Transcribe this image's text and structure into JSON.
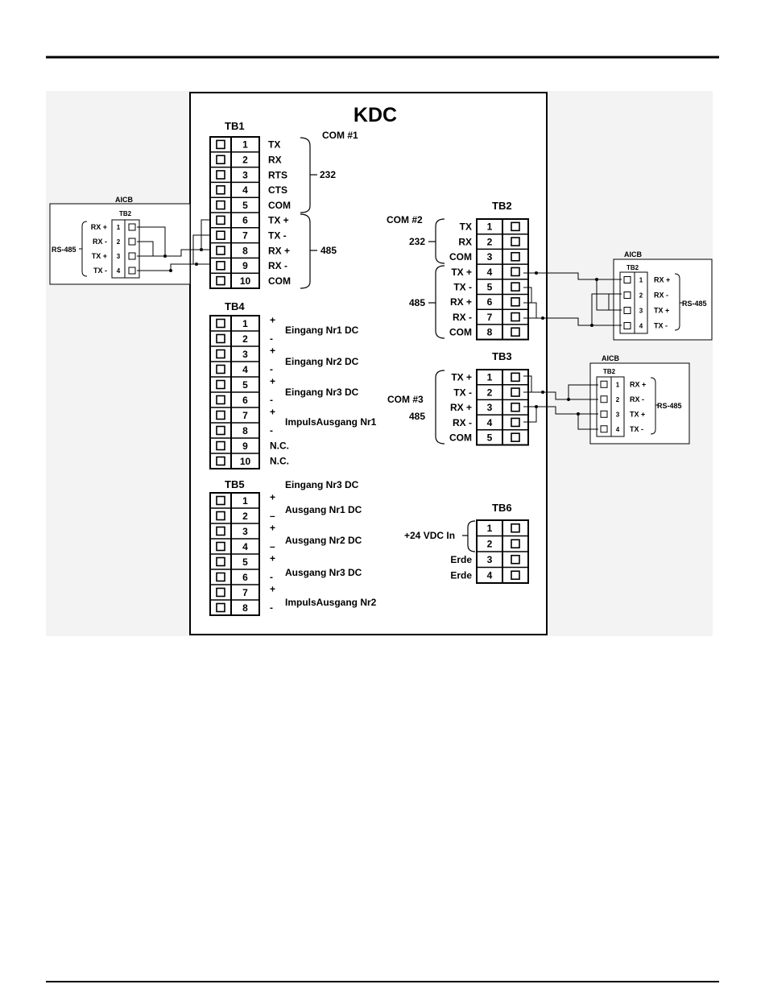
{
  "title": "KDC",
  "aicb_left": {
    "title": "AICB",
    "tb": "TB2",
    "side_label": "RS-485",
    "rows": [
      {
        "num": "1",
        "label": "RX +"
      },
      {
        "num": "2",
        "label": "RX -"
      },
      {
        "num": "3",
        "label": "TX +"
      },
      {
        "num": "4",
        "label": "TX -"
      }
    ]
  },
  "aicb_right_top": {
    "title": "AICB",
    "tb": "TB2",
    "side_label": "RS-485",
    "rows": [
      {
        "num": "1",
        "label": "RX +"
      },
      {
        "num": "2",
        "label": "RX -"
      },
      {
        "num": "3",
        "label": "TX +"
      },
      {
        "num": "4",
        "label": "TX -"
      }
    ]
  },
  "aicb_right_bottom": {
    "title": "AICB",
    "tb": "TB2",
    "side_label": "RS-485",
    "rows": [
      {
        "num": "1",
        "label": "RX +"
      },
      {
        "num": "2",
        "label": "RX -"
      },
      {
        "num": "3",
        "label": "TX +"
      },
      {
        "num": "4",
        "label": "TX -"
      }
    ]
  },
  "tb1": {
    "title": "TB1",
    "com": "COM #1",
    "group_232": "232",
    "group_485": "485",
    "rows": [
      {
        "num": "1",
        "label": "TX"
      },
      {
        "num": "2",
        "label": "RX"
      },
      {
        "num": "3",
        "label": "RTS"
      },
      {
        "num": "4",
        "label": "CTS"
      },
      {
        "num": "5",
        "label": "COM"
      },
      {
        "num": "6",
        "label": "TX +"
      },
      {
        "num": "7",
        "label": "TX -"
      },
      {
        "num": "8",
        "label": "RX +"
      },
      {
        "num": "9",
        "label": "RX -"
      },
      {
        "num": "10",
        "label": "COM"
      }
    ]
  },
  "tb2": {
    "title": "TB2",
    "com": "COM #2",
    "group_232": "232",
    "group_485": "485",
    "rows": [
      {
        "num": "1",
        "label": "TX"
      },
      {
        "num": "2",
        "label": "RX"
      },
      {
        "num": "3",
        "label": "COM"
      },
      {
        "num": "4",
        "label": "TX +"
      },
      {
        "num": "5",
        "label": "TX -"
      },
      {
        "num": "6",
        "label": "RX +"
      },
      {
        "num": "7",
        "label": "RX -"
      },
      {
        "num": "8",
        "label": "COM"
      }
    ]
  },
  "tb3": {
    "title": "TB3",
    "com": "COM #3",
    "group_485": "485",
    "rows": [
      {
        "num": "1",
        "label": "TX +"
      },
      {
        "num": "2",
        "label": "TX -"
      },
      {
        "num": "3",
        "label": "RX +"
      },
      {
        "num": "4",
        "label": "RX -"
      },
      {
        "num": "5",
        "label": "COM"
      }
    ]
  },
  "tb4": {
    "title": "TB4",
    "rows": [
      {
        "num": "1",
        "sign": "+"
      },
      {
        "num": "2",
        "sign": "-"
      },
      {
        "num": "3",
        "sign": "+"
      },
      {
        "num": "4",
        "sign": "-"
      },
      {
        "num": "5",
        "sign": "+"
      },
      {
        "num": "6",
        "sign": "-"
      },
      {
        "num": "7",
        "sign": "+"
      },
      {
        "num": "8",
        "sign": "-"
      },
      {
        "num": "9",
        "sign": "N.C."
      },
      {
        "num": "10",
        "sign": "N.C."
      }
    ],
    "labels": [
      "Eingang Nr1 DC",
      "Eingang Nr2 DC",
      "Eingang Nr3 DC",
      "ImpulsAusgang Nr1"
    ]
  },
  "tb5": {
    "title": "TB5",
    "top_label": "Eingang Nr3 DC",
    "rows": [
      {
        "num": "1",
        "sign": "+"
      },
      {
        "num": "2",
        "sign": "–"
      },
      {
        "num": "3",
        "sign": "+"
      },
      {
        "num": "4",
        "sign": "–"
      },
      {
        "num": "5",
        "sign": "+"
      },
      {
        "num": "6",
        "sign": "-"
      },
      {
        "num": "7",
        "sign": "+"
      },
      {
        "num": "8",
        "sign": "-"
      }
    ],
    "labels": [
      "Ausgang Nr1 DC",
      "Ausgang Nr2 DC",
      "Ausgang Nr3 DC",
      "ImpulsAusgang Nr2"
    ]
  },
  "tb6": {
    "title": "TB6",
    "supply_label": "+24 VDC In",
    "rows": [
      {
        "num": "1",
        "label": ""
      },
      {
        "num": "2",
        "label": ""
      },
      {
        "num": "3",
        "label": "Erde"
      },
      {
        "num": "4",
        "label": "Erde"
      }
    ]
  }
}
